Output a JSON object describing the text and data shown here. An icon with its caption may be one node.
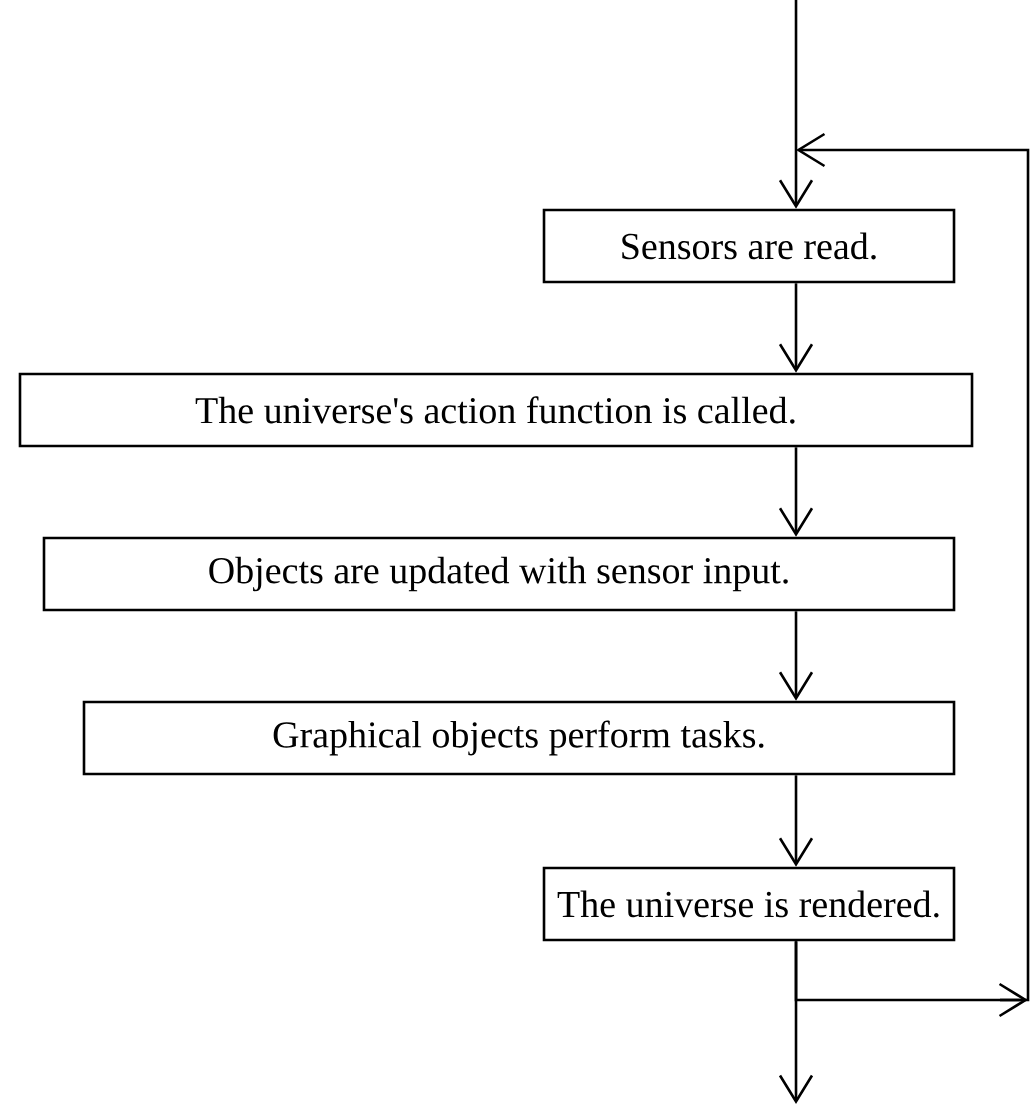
{
  "diagram": {
    "nodes": [
      {
        "text": [
          "Sensors are read."
        ]
      },
      {
        "text": [
          "The universe's action function is called."
        ]
      },
      {
        "text": [
          "Objects are updated with sensor input."
        ]
      },
      {
        "text": [
          "Graphical objects perform tasks."
        ]
      },
      {
        "text": [
          "The universe is rendered."
        ]
      }
    ],
    "edges": [
      {
        "from": null,
        "to": 0,
        "arrow": "to"
      },
      {
        "from": 0,
        "to": 1,
        "arrow": "to"
      },
      {
        "from": 1,
        "to": 2,
        "arrow": "to"
      },
      {
        "from": 2,
        "to": 3,
        "arrow": "to"
      },
      {
        "from": 3,
        "to": 4,
        "arrow": "to"
      },
      {
        "from": 4,
        "to": 0,
        "arrow": "to"
      },
      {
        "from": 4,
        "to": null,
        "arrow": "to"
      }
    ]
  }
}
